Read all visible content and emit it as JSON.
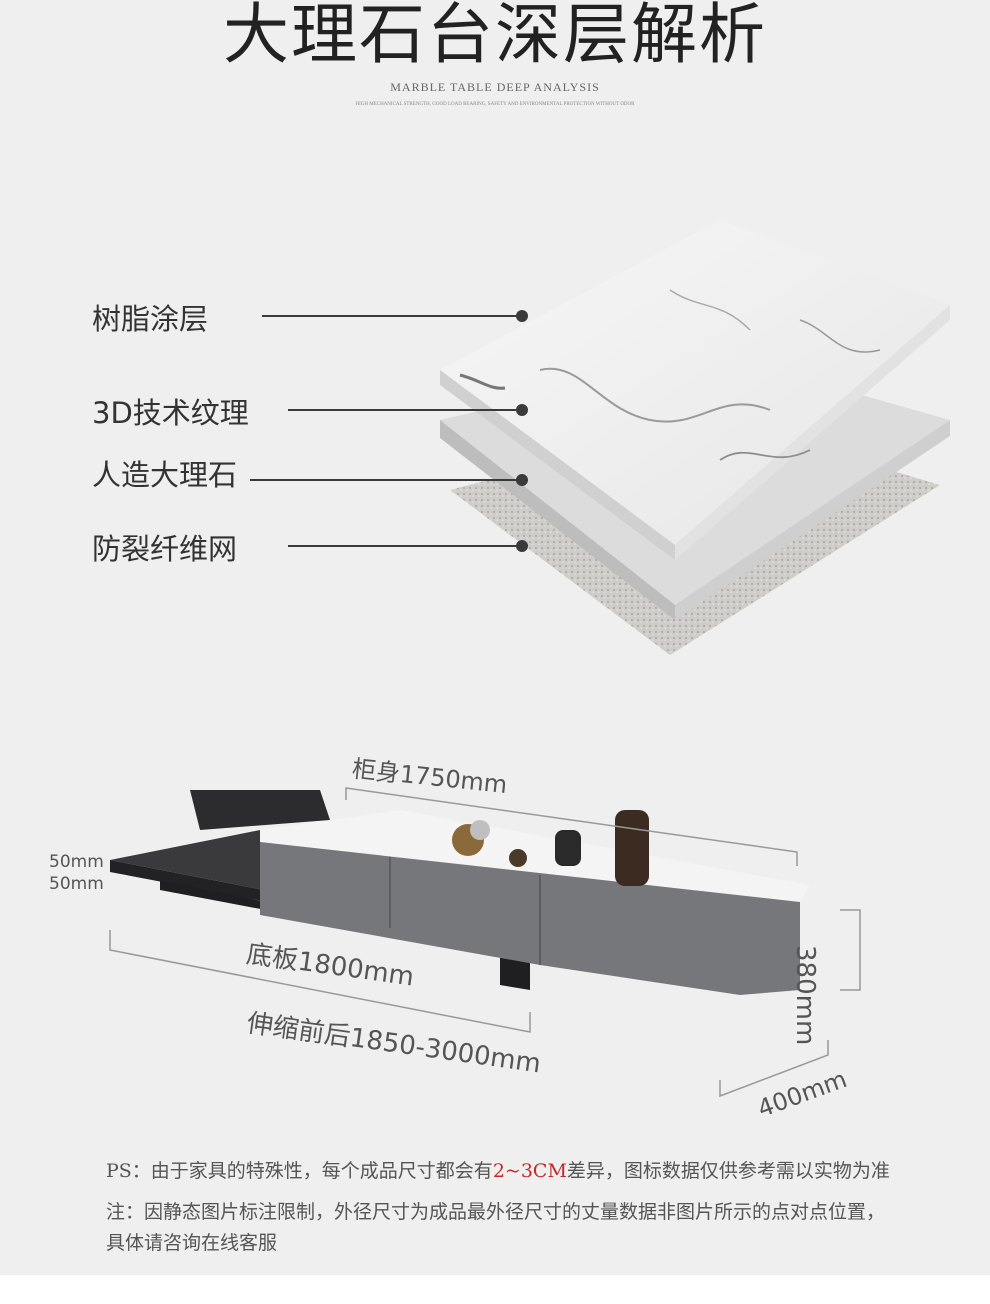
{
  "header": {
    "title": "大理石台深层解析",
    "subtitle": "MARBLE TABLE DEEP ANALYSIS",
    "tagline": "HIGH MECHANICAL STRENGTH, GOOD LOAD BEARING, SAFETY AND ENVIRONMENTAL PROTECTION WITHOUT ODOR"
  },
  "layers": [
    {
      "label": "树脂涂层"
    },
    {
      "label": "3D技术纹理"
    },
    {
      "label": "人造大理石"
    },
    {
      "label": "防裂纤维网"
    }
  ],
  "dimensions": {
    "cabinet": "柜身1750mm",
    "base_plate": "底板1800mm",
    "extend": "伸缩前后1850-3000mm",
    "height": "380mm",
    "depth": "400mm",
    "thick1": "50mm",
    "thick2": "50mm"
  },
  "notes": {
    "ps_prefix": "PS：由于家具的特殊性，每个成品尺寸都会有",
    "ps_highlight": "2~3CM",
    "ps_suffix": "差异，图标数据仅供参考需以实物为准",
    "note_line1": "注：因静态图片标注限制，外径尺寸为成品最外径尺寸的丈量数据非图片所示的点对点位置，",
    "note_line2": "具体请咨询在线客服"
  },
  "colors": {
    "accent": "#c0292b",
    "dark_wood": "#2c2c2e",
    "grey_cabinet": "#6f7073",
    "background": "#efefef"
  }
}
